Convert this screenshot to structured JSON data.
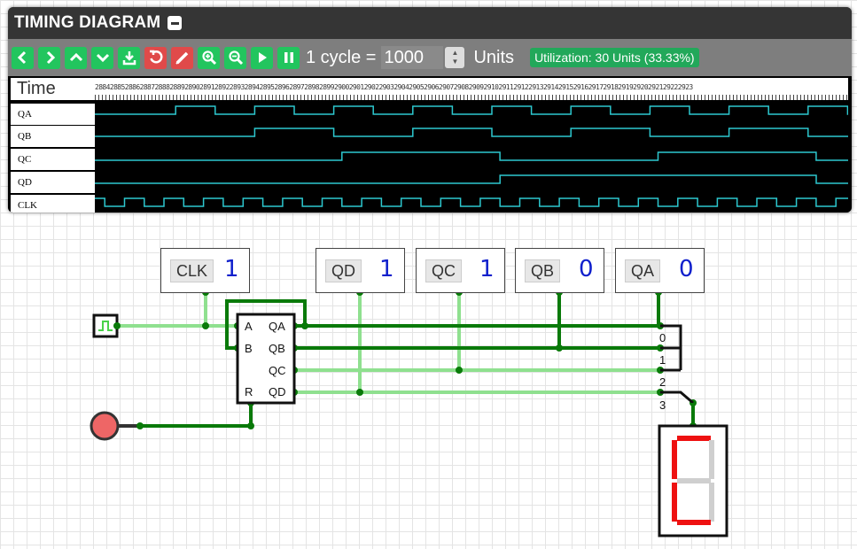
{
  "timing": {
    "title": "TIMING DIAGRAM",
    "toolbar": {
      "cycle_prefix": "1 cycle =",
      "cycle_value": "1000",
      "units_label": "Units",
      "utilization": "Utilization: 30 Units (33.33%)",
      "buttons": [
        "chevron-left-icon",
        "chevron-right-icon",
        "chevron-up-icon",
        "chevron-down-icon",
        "download-icon",
        "undo-icon",
        "pencil-icon",
        "zoom-in-icon",
        "zoom-out-icon",
        "play-icon",
        "pause-icon"
      ]
    },
    "time_label": "Time",
    "ruler_text": "2884288528862887288828892890289128922893289428952896289728982899290029012902290329042905290629072908290929102911291229132914291529162917291829192920292129222923",
    "signals": [
      {
        "name": "QA",
        "toggle_every": 2
      },
      {
        "name": "QB",
        "toggle_every": 4
      },
      {
        "name": "QC",
        "toggle_every": 8
      },
      {
        "name": "QD",
        "toggle_every": 16
      },
      {
        "name": "CLK",
        "toggle_every": 1
      }
    ]
  },
  "circuit": {
    "probes": [
      {
        "name": "CLK",
        "value": "1"
      },
      {
        "name": "QD",
        "value": "1"
      },
      {
        "name": "QC",
        "value": "1"
      },
      {
        "name": "QB",
        "value": "0"
      },
      {
        "name": "QA",
        "value": "0"
      }
    ],
    "counter_pins": {
      "a": "A",
      "b": "B",
      "r": "R",
      "qa": "QA",
      "qb": "QB",
      "qc": "QC",
      "qd": "QD"
    },
    "decoder_pins": [
      "0",
      "1",
      "2",
      "3"
    ],
    "colors": {
      "wire_dark": "#0a7a0a",
      "wire_light": "#8fe08f",
      "wave": "#2dc8cf",
      "segment_on": "#ee1111",
      "segment_off": "#cfcfcf",
      "button": "#ee6666"
    }
  }
}
